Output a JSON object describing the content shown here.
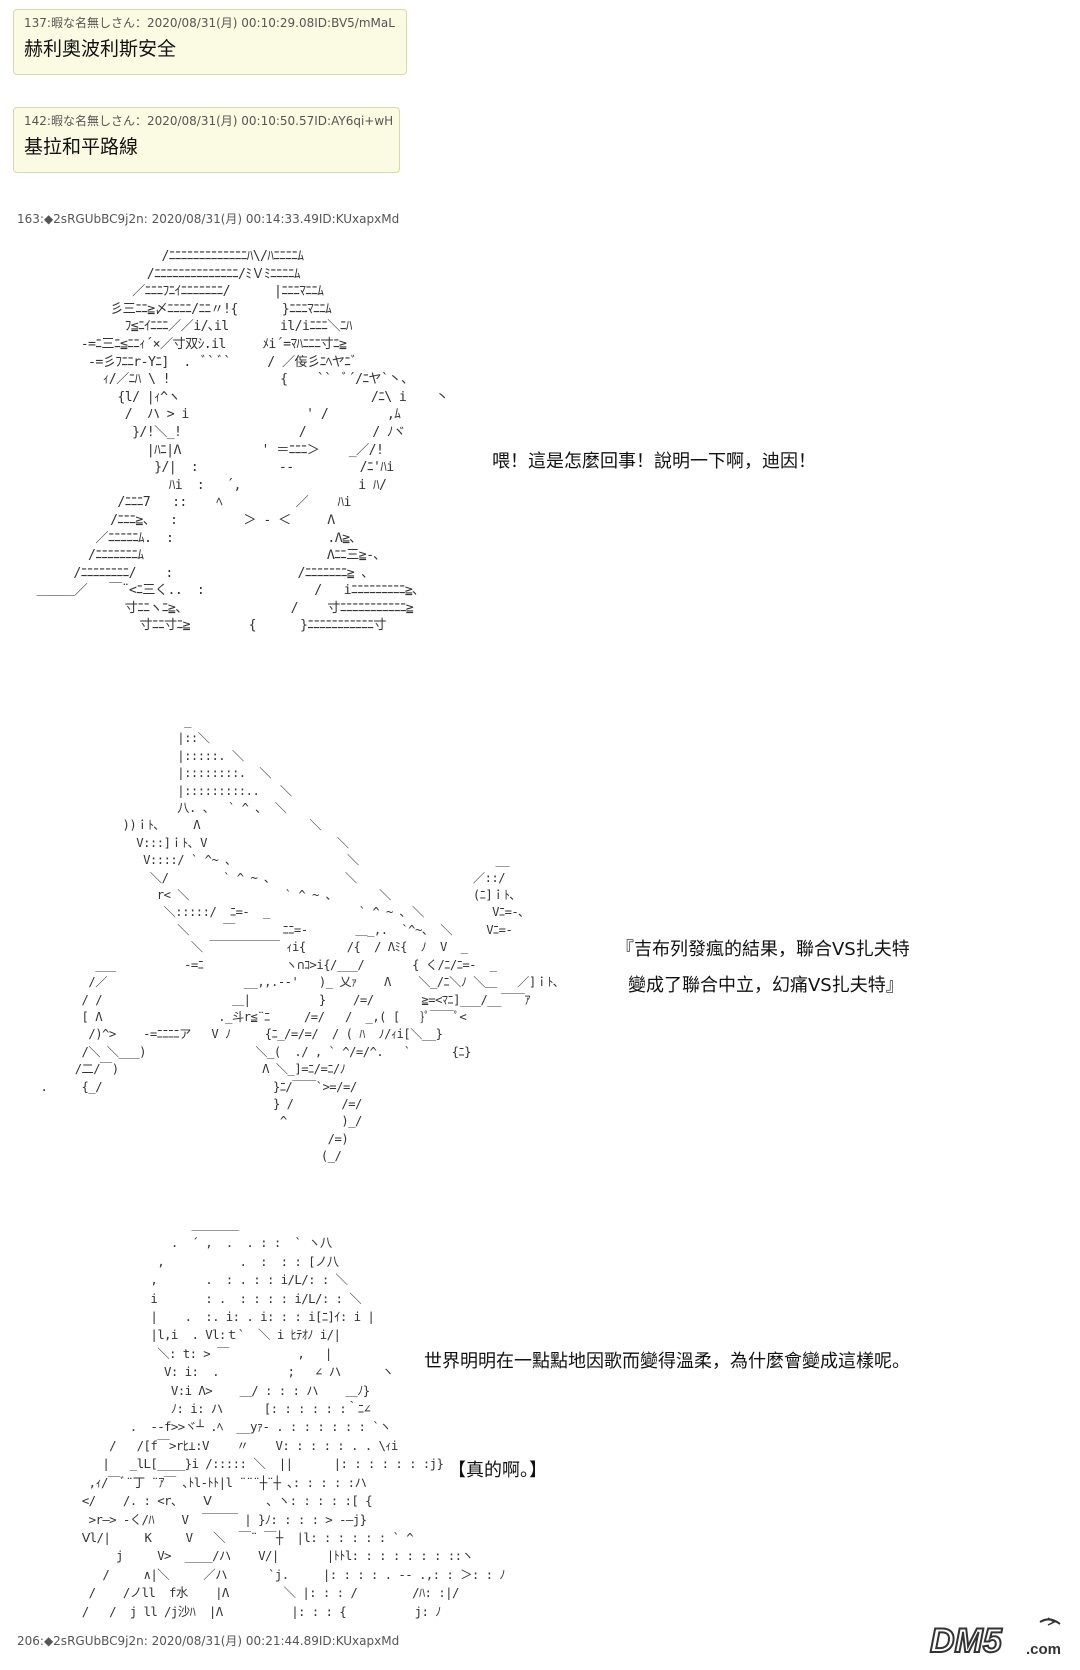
{
  "posts": [
    {
      "meta": "137:暇な名無しさん：2020/08/31(月) 00:10:29.08ID:BV5/mMaL",
      "body": "赫利奧波利斯安全"
    },
    {
      "meta": "142:暇な名無しさん：2020/08/31(月) 00:10:50.57ID:AY6qi+wH",
      "body": "基拉和平路線"
    }
  ],
  "headers": {
    "post163": "163:◆2sRGUbBC9j2n: 2020/08/31(月) 00:14:33.49ID:KUxapxMd",
    "post206": "206:◆2sRGUbBC9j2n: 2020/08/31(月) 00:21:44.89ID:KUxapxMd"
  },
  "captions": {
    "line1": "喂！這是怎麼回事！說明一下啊，迪因！",
    "line2a": "『吉布列發瘋的結果，聯合VS扎夫特",
    "line2b": "變成了聯合中立，幻痛VS扎夫特』",
    "line3": "世界明明在一點點地因歌而變得溫柔，為什麼會變成這樣呢。",
    "line4": "【真的啊。】"
  },
  "ascii_art": {
    "art1": "                   /ﾆﾆﾆﾆﾆﾆﾆﾆﾆﾆﾆﾆﾆﾊ\\/ﾊﾆﾆﾆﾆﾑ\n                 /ﾆﾆﾆﾆﾆﾆﾆﾆﾆﾆﾆﾆﾆﾆ/ﾐＶﾐﾆﾆﾆﾆﾑ\n               ／ﾆﾆﾆﾌﾆｲﾆﾆﾆﾆﾆﾆﾆ/      |ﾆﾆﾆﾏﾆﾆﾑ\n            彡三ﾆﾆ≧〆ﾆﾆﾆﾆ/ﾆﾆ〃!{      }ﾆﾆﾆﾏﾆﾆﾑ\n              ﾌ≦ﾆｲﾆﾆﾆ／／i/､il       il/iﾆﾆﾆ＼ﾆﾊ\n        -=ﾆ三ﾆ≦ﾆﾆｨ´×／寸双ｼ.il     ﾒi´=ﾏﾊﾆﾆﾆ寸ﾆ≧\n         -=彡ﾌﾆﾆr-Yﾆ]  .  ﾞ` ﾞ`     / ／侫彡ﾆﾍヤﾆﾞ\n           ｨ/／ﾆﾊ \\ !               {    ``  ﾞ´/ﾆヤ`丶、\n             {l/ |ｨ^ヽ                          /ﾆ\\ i    丶\n              /  ハ > i                ' /        ,ﾑ\n               }/!＼_!                /         / ﾉヾ\n                 |ﾊﾆ|Λ           ' ＝ﾆﾆﾆ＞    _／/!\n                  }/|  :           --         /ﾆ'ﾊi\n                    ﾊi  :   ´,                i ﾊ/\n             /ﾆﾆﾆ7   ::    ﾍ          ／    ﾊi\n            /ﾆﾆﾆ≧、  :         ＞ - ＜     Λ\n          ／ﾆﾆﾆﾆﾆﾑ.  :                     .Λ≧､\n         /ﾆﾆﾆﾆﾆﾆﾆﾑ                         Λﾆﾆ三≧-､\n       /ﾆﾆﾆﾆﾆﾆﾆﾆ/    :                 /ﾆﾆﾆﾆﾆﾆﾆ≧ ､\n  ＿＿＿／   ￣¨<ﾆ三く..  :               /   iﾆﾆﾆﾆﾆﾆﾆﾆﾆ≧､\n              寸ﾆﾆヽﾆ≧、              /    寸ﾆﾆﾆﾆﾆﾆﾆﾆﾆﾆﾆ≧\n                寸ﾆﾆ寸ﾆ≧        {      }ﾆﾆﾆﾆﾆﾆﾆﾆﾆﾆﾆ寸",
    "art2": "                        _\n                       |::＼\n                       |:::::. ＼\n                       |::::::::.  ＼\n                       |:::::::::..   ＼\n                       八. 、  ` ^ ､  ＼\n               ))ｉﾄ､     Λ                ＼\n                 V:::]ｉﾄ､ V                   ＼\n                  V::::/ ` ^~ ､                 ＼                    __\n                   ＼/        ` ^ ~ ､           ＼                 ／::/\n                    r< ＼              ` ^ ~ ､       ＼            (ﾆ]ｉﾄ､\n                     ＼:::::/  ﾆ=-  _             ` ^ ~ ､ ＼          Vﾆ=-､\n                       ＼     ￣       ﾆﾆ=-       ＿_,.  `^~、 ＼     Vﾆ=-\n                         ＼ ￣￣￣￣￣￣ ｨi{      /{  / Λﾐ{  ﾉ  V  _\n           ___          -=ﾆ            ヽ∩ｺ>i{/___/       { く/ﾆ/ﾆ=-  _\n          /／                    __,,.-‐'   )_ 乂ｧ    Λ    ＼_/ﾆ＼ﾉ ＼＿   ／]ｉﾄ､\n         / /                   ＿|          }    /=/       ≧=<ﾏﾆ]___/__￣￣ｱ\n         [ Λ                 ._斗r≦¨ﾆ     /=/   /  _,( [   }ﾟ￣￣ﾟ<\n          /)^>    -=ﾆﾆﾆﾆア   V ﾉ     {ﾆ_/=/=/  / ( ﾊ  ﾉ/ｨi[＼__}\n         /＼ ＼___)                ＼_(  ./ , ` ^/=/^.   `      {ﾆ}\n        /二/￣)                     Λ ＼_]=ﾆ/=ﾆ/ﾉ\n   .     {_/                         }ﾆ/￣￣`>=/=/\n                                     } /       /=/\n                                      ^        )_/\n                                             /=)\n                                            (_/",
    "art3": "                         ＿＿＿＿\n                      .  ´ ,  .  . : :  ` ヽ八\n                    ,           .  :  : : [ノ八\n                   ,       .  : . : : i/L/: : ＼\n                   i       : .  : : : : i/L/: : ＼\n                   |    .  :. i: . i: : : i[ﾆ]ｲ: i |\n                   |l,i  . Vl:ｔ`  ＼ i ﾋﾃｵﾉ i/|\n                    ＼: t: > ￣          ,   |\n                     V: i:  .          ;   ∠ ハ      ヽ\n                      V:i Λ>    ＿/ : : : ハ    ＿ﾉ}\n                      ﾉ: i: ハ      [: : : : : :｀ﾆ∠\n                .  --f>>ヾ┴ .ﾍ  __yｧ- . : : : : : : `ヽ\n             /   /[f￣>rﾋ⊥:V    〃    V: : : : : . . \\ｨi\n            |   _lL[____}i /::::: ＼  ||      |: : : : : : :j}\n          ,ｨ/￣ﾞ¨丁 ¨ｱ￣ ､ﾄl-ﾄﾄ|l ¨¨¨┼¨┼ ､: : : : :ハ\n         </    /. : <r、   Ⅴ        、ヽ: : : : :[ {\n          >r—> -く/ﾊ    V  ￣￣￣ | }ﾉ: : : : > ‐—j}\n         Ⅴl/|     K     V   ＼  ￣¨ ￣┼  |l: : : : : : ` ^\n              j     V>  ____/ハ    V/|       |ﾄﾄl: : : : : : : ::ヽ\n            /     ∧|＼     ／ハ      `j.     |: : : : . -- .,: : ＞: : ﾉ\n          /    /ノll  f水    |Λ        ＼ |: : : /        /ﾊ: :|/\n         /   /  j ll /j沙ﾊ  |Λ          |: : : {          j: ﾉ"
  },
  "logo": {
    "text": "DM5",
    "suffix": ".com",
    "color": "#333333"
  }
}
